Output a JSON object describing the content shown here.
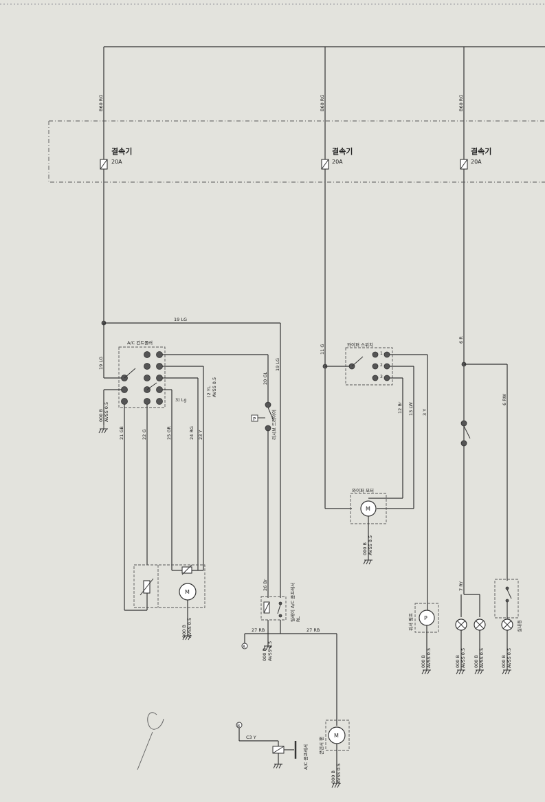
{
  "fuses": [
    {
      "wire": "B60 RG",
      "label": "결속기",
      "rating": "20A"
    },
    {
      "wire": "B60 RG",
      "label": "결속기",
      "rating": "20A"
    },
    {
      "wire": "B60 RG",
      "label": "결속기",
      "rating": "20A"
    }
  ],
  "wires": {
    "w19lg": "19 LG",
    "w11g": "11 G",
    "w6r": "6 R",
    "w20gl": "20 GL",
    "w2yl": "(2 YL",
    "avss05": "AVSS 0.5",
    "lg": "3) Lg",
    "w21gb": "21 GB",
    "w22g": "22 G",
    "w25gr": "25 GR",
    "w24rg": "24 RG",
    "w23y": "23 Y",
    "w000b": "000 B",
    "w12br": "12 Br",
    "w13lw": "13 LW",
    "w3y": "3 Y",
    "w6rw": "6 RW",
    "w7ry": "7 RY",
    "w26br": "26 Br",
    "w27rb": "27 RB",
    "c3y": "C3 Y"
  },
  "components": {
    "ac_controller": "A/C 컨트롤러",
    "wiper_switch": "와이퍼 스위치",
    "pressure_switch": "리시브 드라이어",
    "wiper_motor": "와이퍼 모터",
    "ac_relay": "릴레이 A/C 콤프레서",
    "ac_relay_code": "RL",
    "washer_pump": "워셔 펌프",
    "room_lamp": "실내등",
    "fan_motor": "콘덴서 팬",
    "ac_clutch": "A/C 콤프레서",
    "p_mark": "P",
    "m": "M",
    "one": "1",
    "two": "2",
    "three": "3",
    "connector_a": "A",
    "connector_b": "B"
  }
}
